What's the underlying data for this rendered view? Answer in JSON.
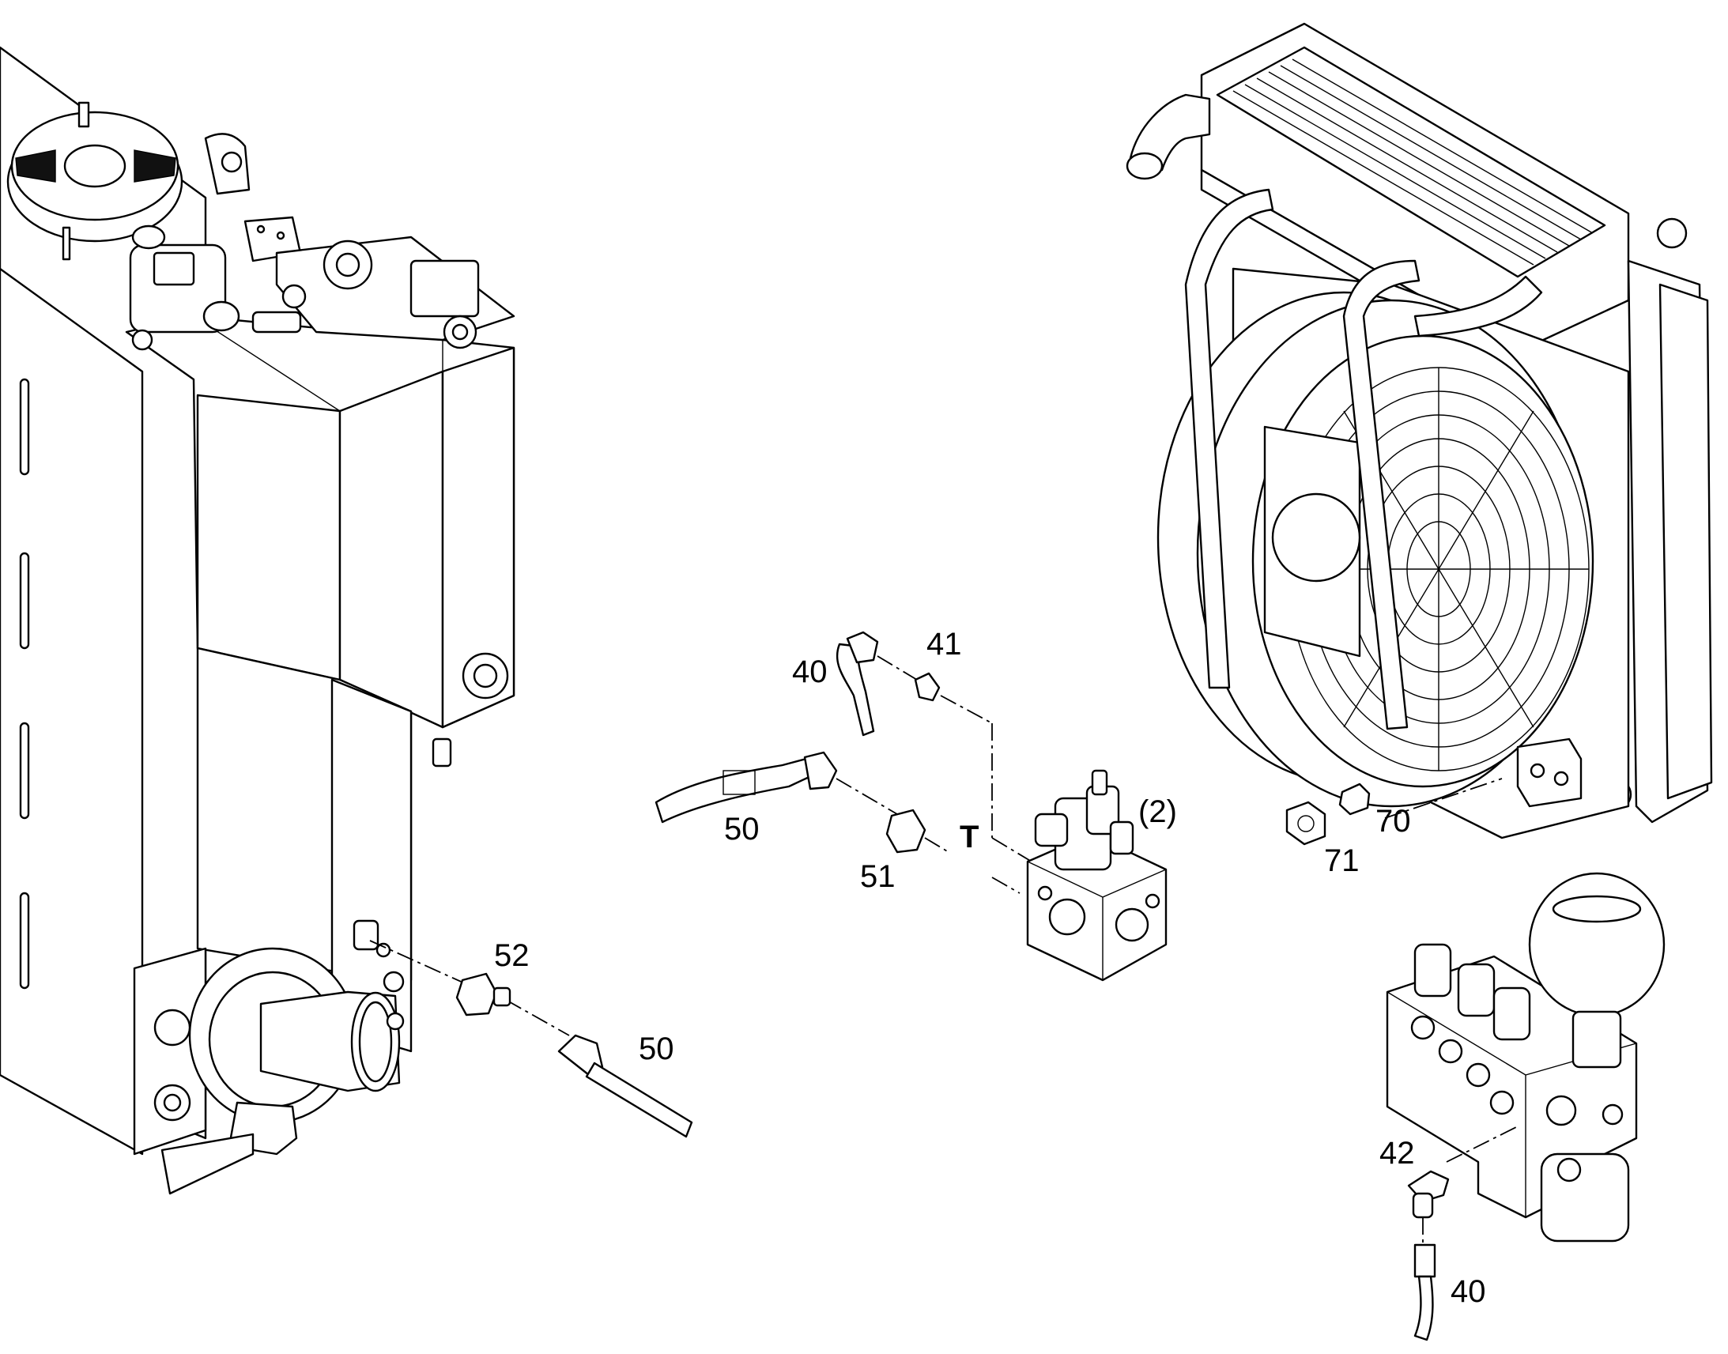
{
  "callouts": {
    "c40_top": "40",
    "c41": "41",
    "c50_mid": "50",
    "c51": "51",
    "port_t": "T",
    "ref_2": "(2)",
    "c52": "52",
    "c50_low": "50",
    "c70": "70",
    "c71": "71",
    "c42": "42",
    "c40_bottom": "40"
  }
}
